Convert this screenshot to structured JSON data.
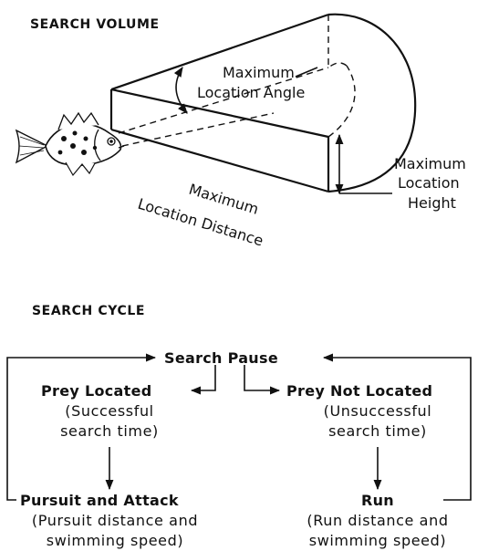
{
  "search_volume": {
    "heading": "SEARCH VOLUME",
    "labels": {
      "angle_line1": "Maximum",
      "angle_line2": "Location Angle",
      "height_line1": "Maximum",
      "height_line2": "Location",
      "height_line3": "Height",
      "distance_line1": "Maximum",
      "distance_line2": "Location Distance"
    }
  },
  "search_cycle": {
    "heading": "SEARCH CYCLE",
    "nodes": {
      "search_pause": "Search Pause",
      "prey_located": "Prey Located",
      "prey_located_sub1": "(Successful",
      "prey_located_sub2": "search time)",
      "prey_not_located": "Prey Not Located",
      "prey_not_located_sub1": "(Unsuccessful",
      "prey_not_located_sub2": "search time)",
      "pursuit_attack": "Pursuit and Attack",
      "pursuit_attack_sub1": "(Pursuit distance and",
      "pursuit_attack_sub2": "swimming speed)",
      "run": "Run",
      "run_sub1": "(Run distance and",
      "run_sub2": "swimming speed)"
    }
  }
}
